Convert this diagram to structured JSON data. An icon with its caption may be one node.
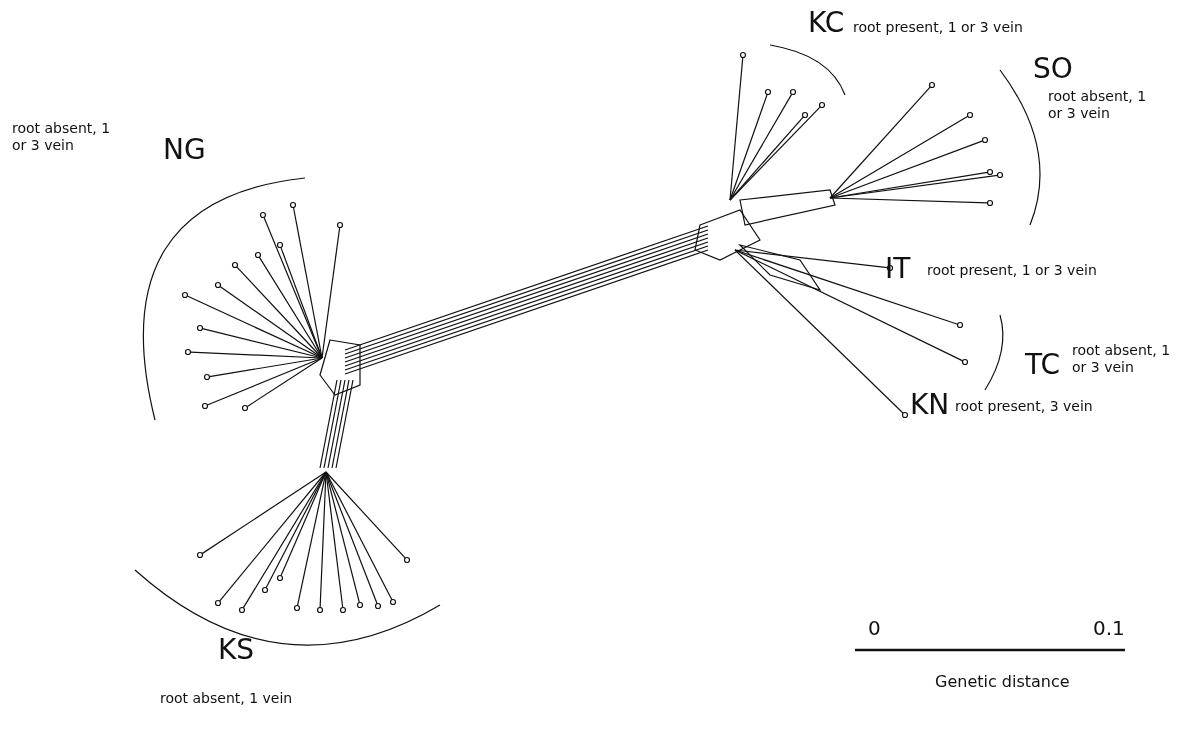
{
  "diagram": {
    "labels": [
      "KC",
      "root present, 1 or 3 vein",
      "SO",
      "root absent, 1 or 3 vein",
      "root absent, 1 or 3 vein",
      "NG",
      "IT",
      "root present, 1 or 3 vein",
      "TC",
      "root absent, 1 or 3 vein",
      "KN",
      "root present, 3 vein",
      "KS",
      "root absent, 1 vein",
      "0",
      "0.1",
      "Genetic distance"
    ]
  }
}
